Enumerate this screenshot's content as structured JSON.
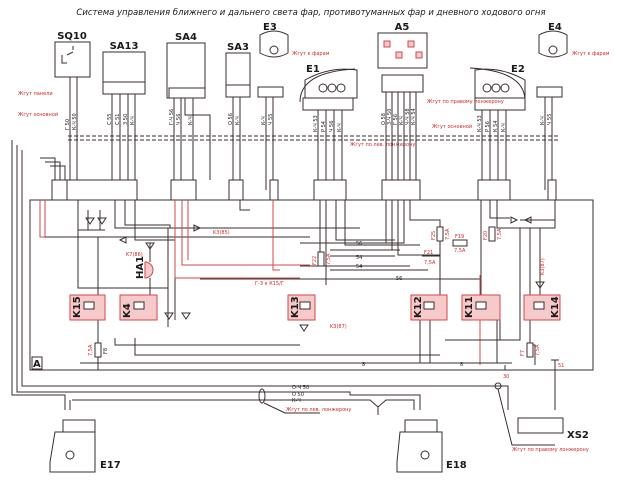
{
  "title": "Система управления ближнего и дальнего света фар, противотуманных фар и дневного ходового огня",
  "components": {
    "sq10": "SQ10",
    "sa13": "SA13",
    "sa4": "SA4",
    "sa3": "SA3",
    "e3": "E3",
    "e1": "E1",
    "a5": "A5",
    "e2": "E2",
    "e4": "E4",
    "ha1": "HA1",
    "k15": "K15",
    "k4": "K4",
    "k13": "K13",
    "k12": "K12",
    "k11": "K11",
    "k14": "K14",
    "a": "A",
    "e17": "E17",
    "e18": "E18",
    "xs2": "XS2"
  },
  "harness_labels": {
    "to_headlights_e3": "Жгут к фарам",
    "to_headlights_e4": "Жгут к фарам",
    "panel": "Жгут панели",
    "main_left": "Жгут основной",
    "main_right": "Жгут основной",
    "left_member_top": "Жгут по лев. лонжерону",
    "right_member_top": "Жгут по правому лонжерону",
    "left_member_bottom": "Жгут по лев. лонжерону",
    "right_member_bottom": "Жгут по правому лонжерону"
  },
  "fuses": {
    "f8": "F8",
    "f8_rating": "7,5A",
    "f22": "F22",
    "f22_rating": "7,5A",
    "f25": "F25",
    "f25_rating": "7,5A",
    "f19": "F19",
    "f19_rating": "7,5A",
    "f21": "F21",
    "f21_rating": "7,5A",
    "f20": "F20",
    "f20_rating": "7,5A",
    "f7": "F7",
    "f7_rating": "7,5A"
  },
  "signals": {
    "k3_85": "K3(85)",
    "k7_86": "K7(86)",
    "k3_87": "K3(87)",
    "k15_g": "Г-З к К15/Г",
    "k3_87b": "K3(87)"
  },
  "bus_labels": {
    "l56a": "56",
    "l54a": "54",
    "l54b": "54",
    "l56b": "56",
    "l8a": "8",
    "l8b": "8",
    "g30": "30",
    "g51": "51"
  },
  "bottom_wires": {
    "w1": "О-Ч 50",
    "w2": "О 50",
    "w3": "К-Ч"
  },
  "wire_codes": {
    "sq10": [
      "Г 50",
      "К-Ч 50"
    ],
    "sa13": [
      "С 55",
      "С 51",
      "З 50",
      "К-Ч"
    ],
    "sa4": [
      "Г-Ч 56",
      "Ч 56",
      "К-Ч"
    ],
    "sa3": [
      "О 56",
      "К-Ч"
    ],
    "e3": [
      "К-Ч",
      "Ч 55"
    ],
    "e1": [
      "К-Ч 53",
      "Р 54",
      "Ч 56",
      "К-Ч"
    ],
    "a5": [
      "О 58",
      "З-Ч 50",
      "Г 56",
      "К-Ч",
      "Ч-Ч 58",
      "К-Ч 54"
    ],
    "e2": [
      "К-Ч 53",
      "Р 56",
      "К 54",
      "К-Ч"
    ],
    "e4": [
      "К-Ч",
      "Ч 55"
    ]
  }
}
